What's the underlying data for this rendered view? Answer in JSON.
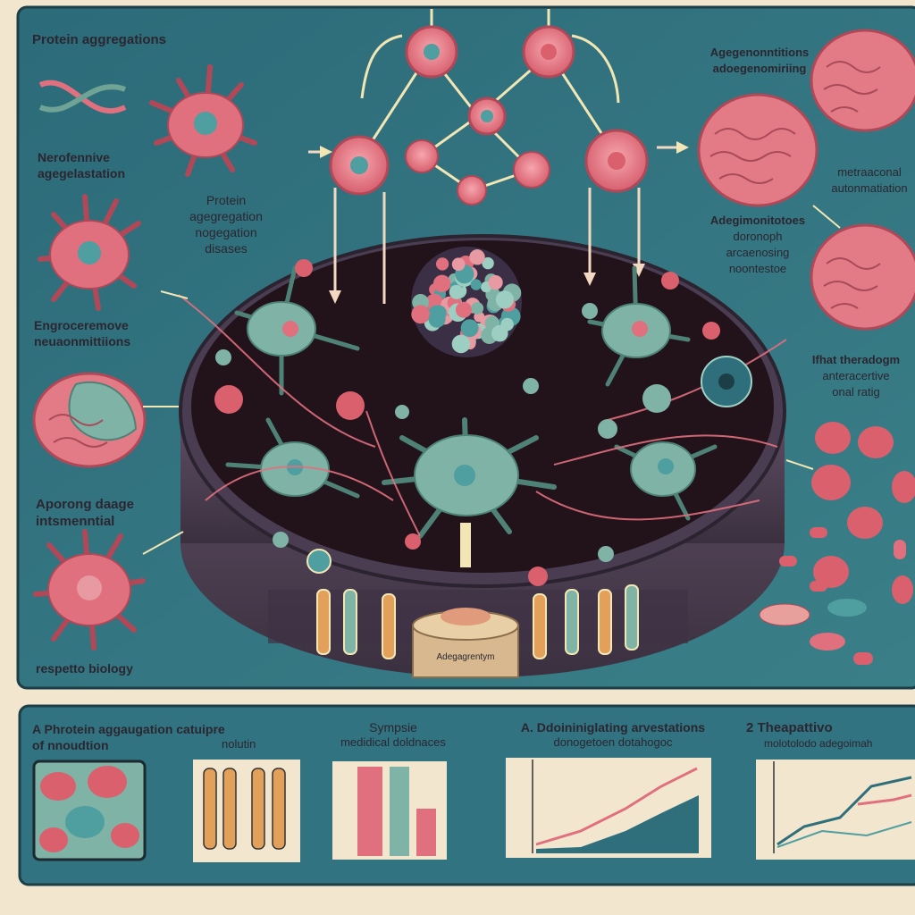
{
  "top_panel": {
    "title": "Protein aggregations",
    "left_labels": [
      "Nerofennive",
      "agegelastation",
      "Protein",
      "agegregation",
      "nogegation",
      "disases",
      "Engroceremove",
      "neuaonmittiions",
      "Aporong daage",
      "intsmenntial",
      "respetto biology"
    ],
    "right_labels": [
      "Agegenonntitions",
      "adoegenomiriing",
      "metraaconal",
      "autonmatiation",
      "Adegimonitotoes",
      "doronoph",
      "arcaenosing",
      "noontestoe",
      "Ifhat theradogm",
      "anteracertive",
      "onal ratig"
    ],
    "center_label": "Adegagrentym"
  },
  "bottom_panel": {
    "sections": [
      {
        "title_line1": "A Phrotein aggaugation catuipre",
        "title_line2": "of nnoudtion",
        "title_line3": "nolutin"
      },
      {
        "title_line1": "Sympsie",
        "title_line2": "medidical doldnaces"
      },
      {
        "title_line1": "A. Ddoininiglating arvestations",
        "title_line2": "donogetoen dotahogoc"
      },
      {
        "title_line1": "2 Theapattivo",
        "title_line2": "molotolodo adegoimah"
      }
    ]
  },
  "colors": {
    "panel_bg": "#2f6f7b",
    "dish_bg": "#22121a",
    "neuron_teal": "#7fb3a6",
    "neuron_pink": "#e0707e",
    "brain_pink": "#e37b86",
    "accent_yellow": "#f3e6b5"
  }
}
